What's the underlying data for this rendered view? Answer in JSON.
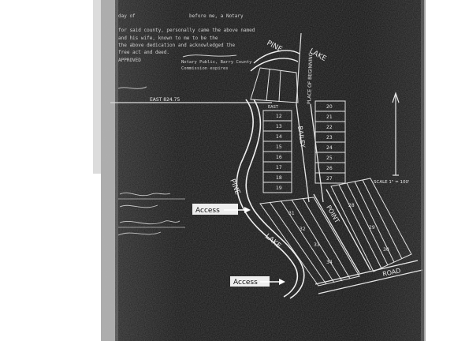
{
  "map": {
    "water_top": "PINE",
    "water_top_2": "LAKE",
    "water_left": "PINE",
    "water_bottom": "LAKE",
    "road_vertical": "BAILEY",
    "road_diagonal_1": "POINT",
    "road_bottom": "ROAD",
    "place_of_beginning": "PLACE OF BEGINNING",
    "access_upper": "Access",
    "access_lower": "Access",
    "scale_note": "SCALE 1\" = 100'",
    "east_label": "EAST",
    "east_bearing": "EAST 824.75",
    "lot_numbers": [
      "12",
      "13",
      "14",
      "15",
      "16",
      "17",
      "18",
      "19",
      "20",
      "21",
      "22",
      "23",
      "24",
      "25",
      "26",
      "27",
      "28",
      "29",
      "30",
      "31",
      "32",
      "33",
      "34"
    ],
    "text_fragments": [
      "day of",
      "before me, a Notary",
      "for said county, personally came the above named",
      "and his wife, known to me to be the",
      "the above dedication and acknowledged the",
      "free act and deed.",
      "APPROVED",
      "Notary Public, Barry County",
      "Commission expires"
    ],
    "colors": {
      "paper": "#ffffff",
      "scan_dark": "#1b1b1b",
      "ink_light": "#e6e6e6"
    }
  }
}
